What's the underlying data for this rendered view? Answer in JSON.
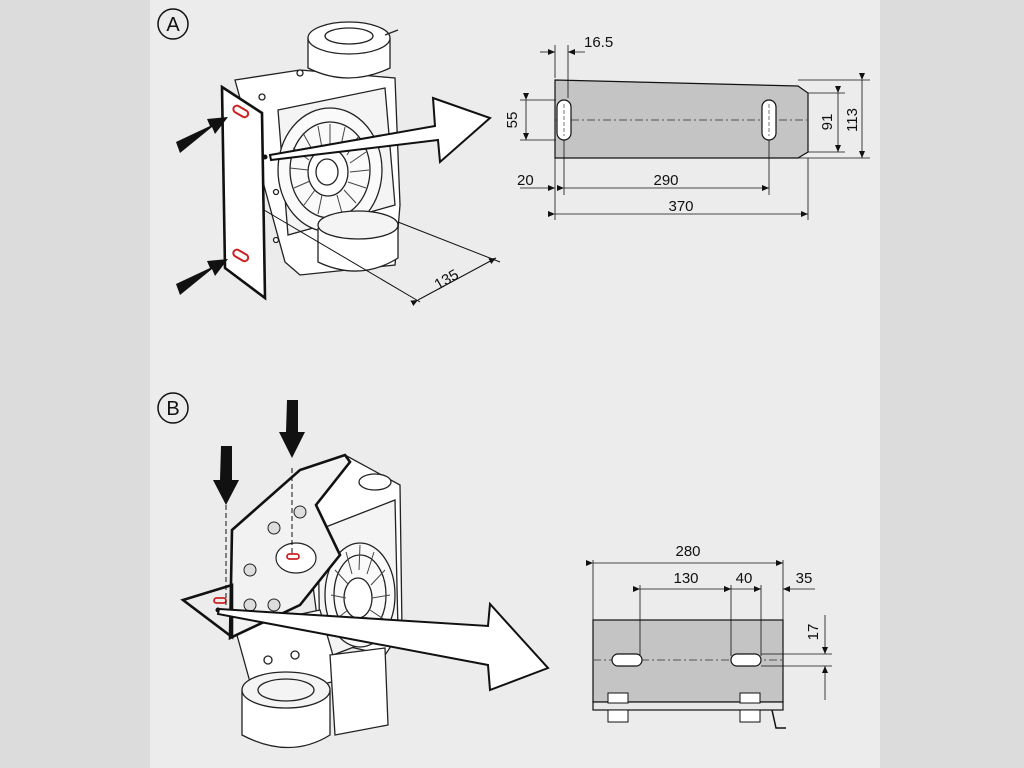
{
  "background_color": "#dcdcdc",
  "panel_color": "#ececec",
  "plate_color": "#c4c4c4",
  "line_color": "#111111",
  "slot_color": "#cc2222",
  "figure_a": {
    "label": "A",
    "dims": {
      "offset_top": "16.5",
      "hole_height": "55",
      "inner_height": "91",
      "outer_height": "113",
      "edge_offset": "20",
      "hole_spacing": "290",
      "plate_length": "370",
      "depth": "135"
    }
  },
  "figure_b": {
    "label": "B",
    "dims": {
      "plate_length": "280",
      "hole_spacing": "130",
      "slot_length": "40",
      "edge_offset": "35",
      "hole_height": "17"
    }
  }
}
